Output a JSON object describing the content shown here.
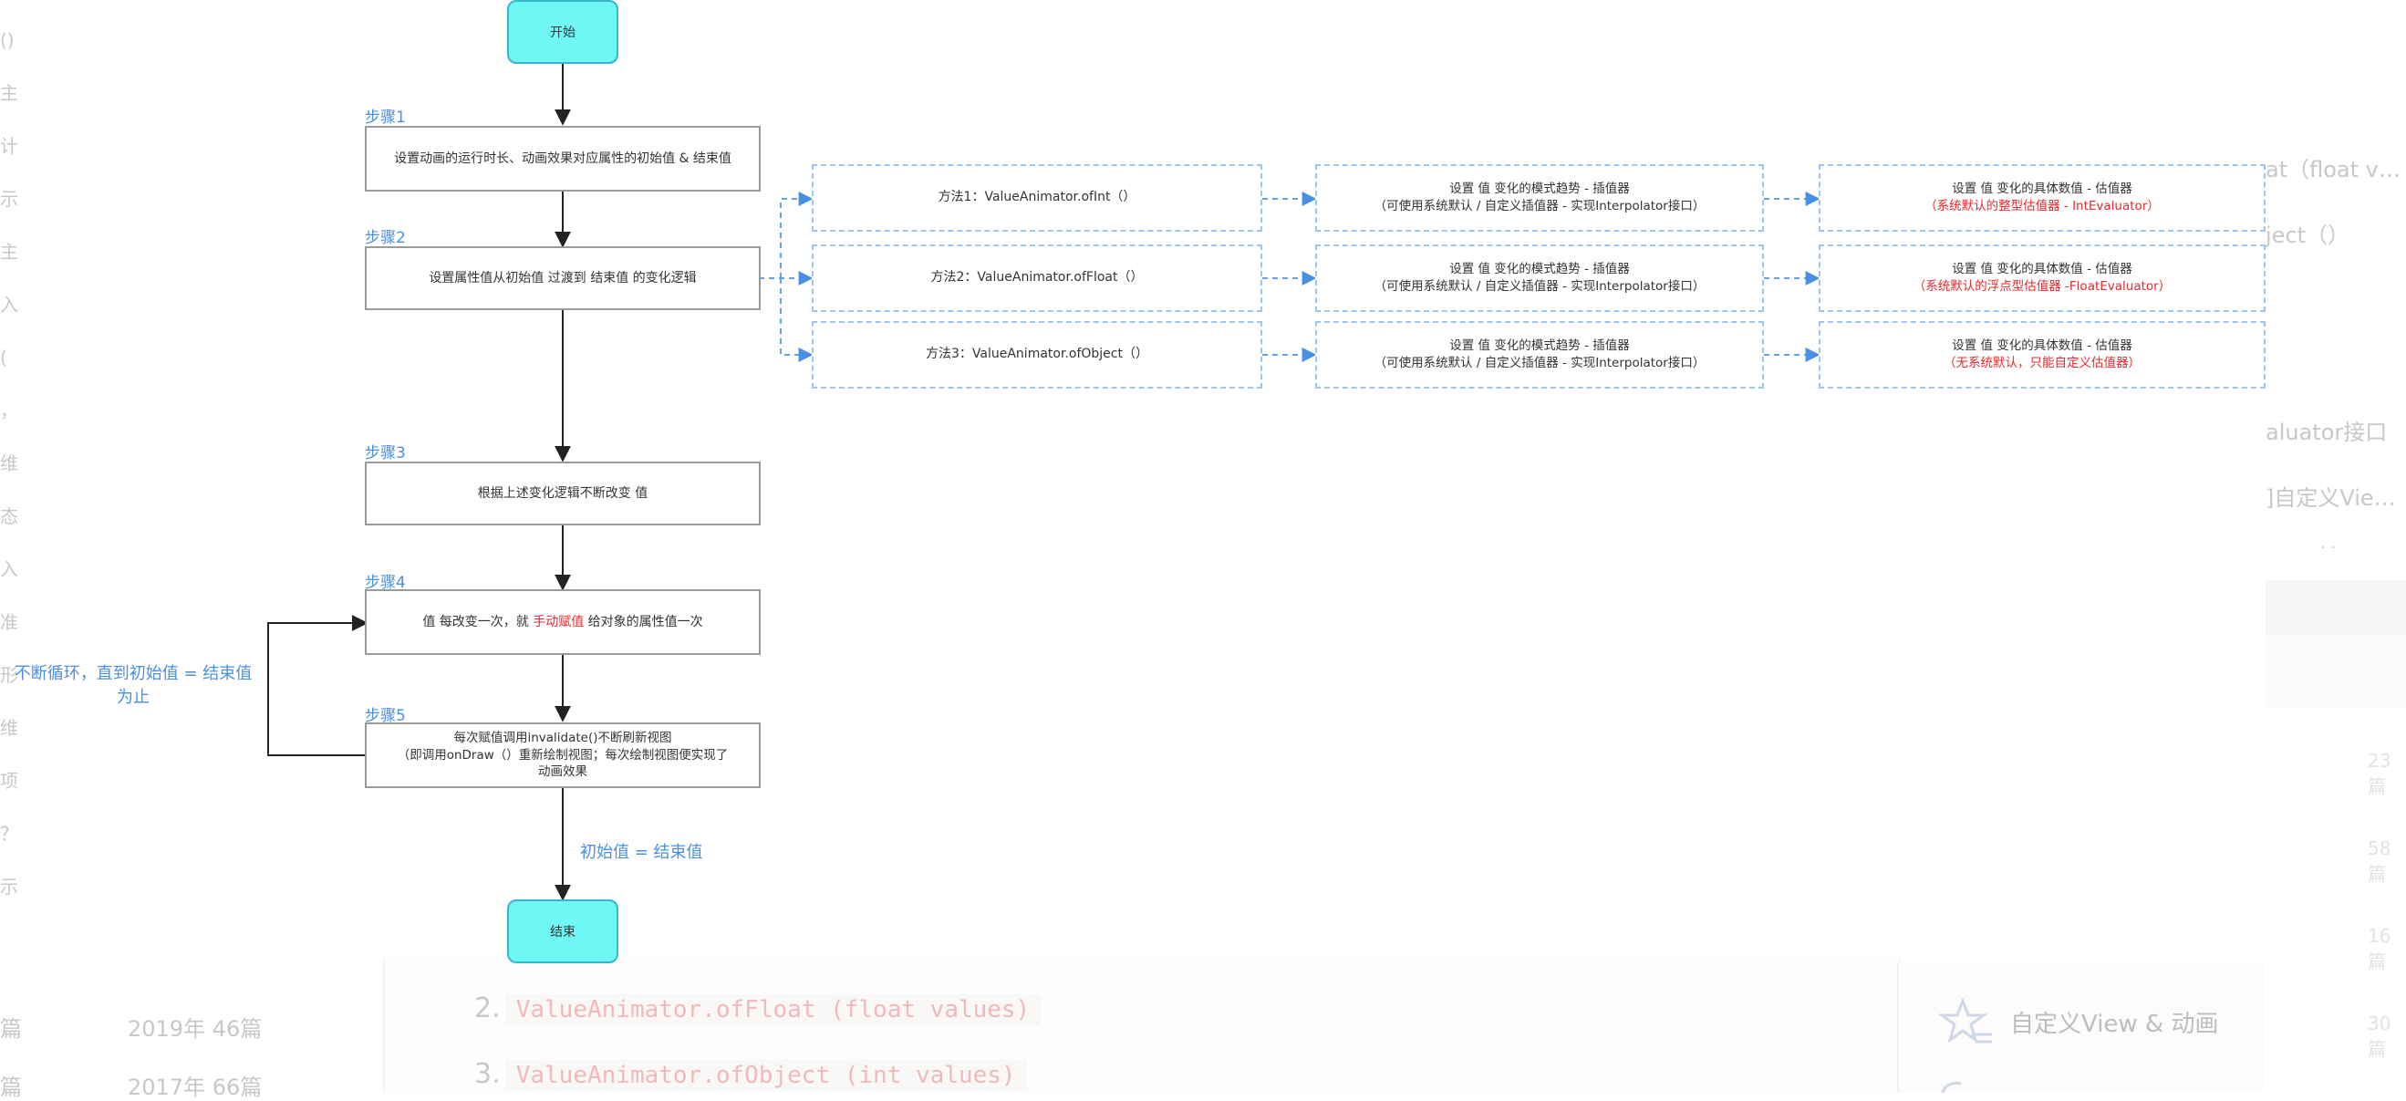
{
  "background_ghost": {
    "left_sidebar_chars": [
      "()",
      "主",
      "计",
      "示",
      "主",
      "入",
      "(",
      "，",
      "维",
      "态",
      "入",
      "准",
      "形",
      "维",
      "项",
      "？",
      "示"
    ],
    "archive_rows": [
      {
        "left": "篇",
        "right": "2019年 46篇"
      },
      {
        "left": "篇",
        "right": "2017年 66篇"
      }
    ],
    "code_lines": [
      {
        "num": "2.",
        "code": "ValueAnimator.ofFloat (float values)"
      },
      {
        "num": "3.",
        "code": "ValueAnimator.ofObject (int values)"
      }
    ],
    "right_texts": [
      "at（float v…",
      "ject（）",
      "aluator接口",
      "]自定义Vie…",
      "· ·"
    ],
    "right_counts": [
      "23篇",
      "58篇",
      "16篇",
      "30篇"
    ],
    "favorite_label": "自定义View & 动画"
  },
  "flowchart": {
    "start": "开始",
    "end": "结束",
    "steps": [
      {
        "label": "步骤1",
        "text": "设置动画的运行时长、动画效果对应属性的初始值 & 结束值"
      },
      {
        "label": "步骤2",
        "text": "设置属性值从初始值 过渡到 结束值 的变化逻辑"
      },
      {
        "label": "步骤3",
        "text": "根据上述变化逻辑不断改变 值"
      },
      {
        "label": "步骤4",
        "text_before": "值 每改变一次，就 ",
        "text_red": "手动赋值",
        "text_after": " 给对象的属性值一次"
      },
      {
        "label": "步骤5",
        "lines": [
          "每次赋值调用invalidate()不断刷新视图",
          "（即调用onDraw（）重新绘制视图；每次绘制视图便实现了",
          "动画效果"
        ]
      }
    ],
    "loop_label_line1": "不断循环，直到初始值 = 结束值",
    "loop_label_line2": "为止",
    "end_condition": "初始值 = 结束值"
  },
  "methods": [
    {
      "method": "方法1：ValueAnimator.ofInt（）",
      "interp_line1": "设置 值 变化的模式趋势 - 插值器",
      "interp_line2": "（可使用系统默认 / 自定义插值器 - 实现Interpolator接口）",
      "eval_line1": "设置 值 变化的具体数值 - 估值器",
      "eval_line2": "（系统默认的整型估值器 - IntEvaluator）"
    },
    {
      "method": "方法2：ValueAnimator.ofFloat（）",
      "interp_line1": "设置 值 变化的模式趋势 - 插值器",
      "interp_line2": "（可使用系统默认 / 自定义插值器 - 实现Interpolator接口）",
      "eval_line1": "设置 值 变化的具体数值 - 估值器",
      "eval_line2": "（系统默认的浮点型估值器 -FloatEvaluator）"
    },
    {
      "method": "方法3：ValueAnimator.ofObject（）",
      "interp_line1": "设置 值 变化的模式趋势 - 插值器",
      "interp_line2": "（可使用系统默认 / 自定义插值器 - 实现Interpolator接口）",
      "eval_line1": "设置 值 变化的具体数值 - 估值器",
      "eval_line2": "（无系统默认，只能自定义估值器）"
    }
  ],
  "colors": {
    "terminal_fill": "#6ff7f5",
    "step_label": "#4a90e2",
    "dashed_border": "#9cc6f2",
    "highlight_red": "#e8282c"
  }
}
